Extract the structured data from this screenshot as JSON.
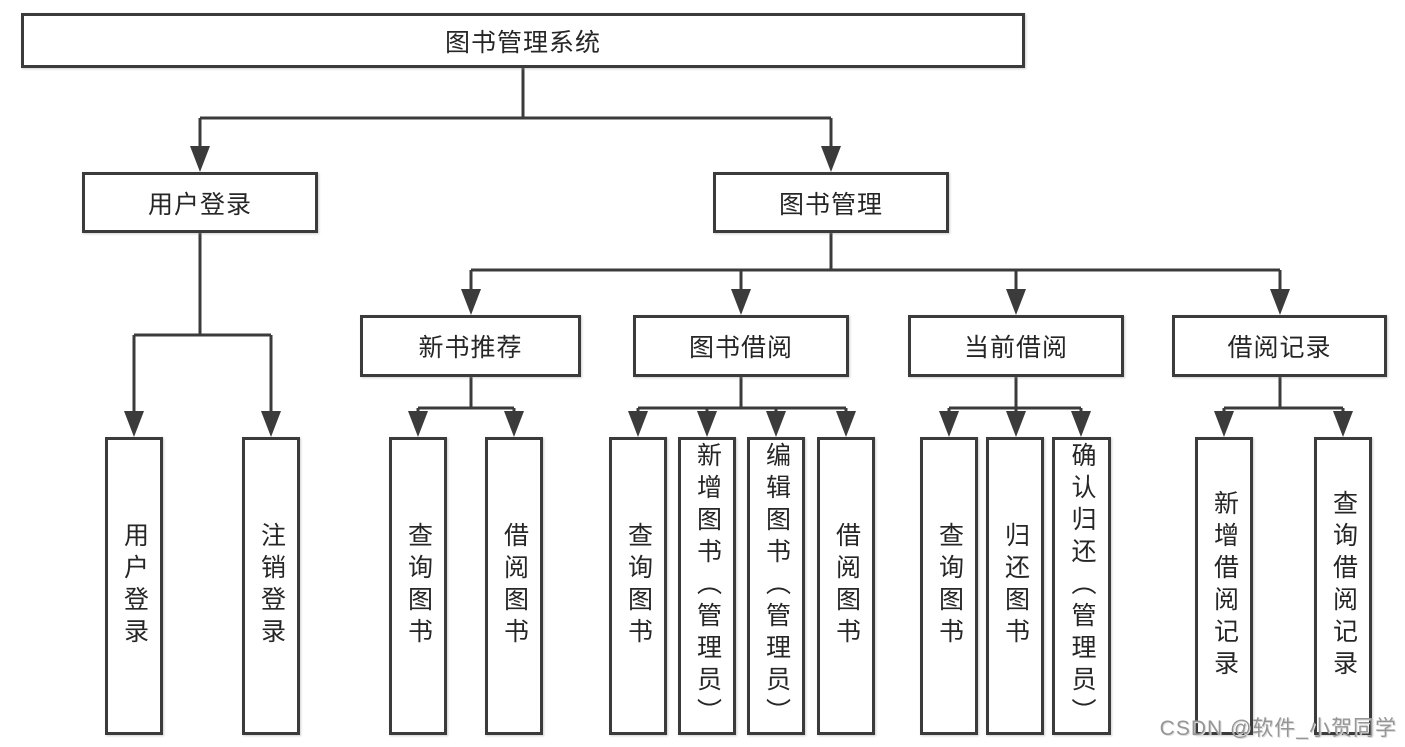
{
  "tree": {
    "root": {
      "label": "图书管理系统"
    },
    "children": [
      {
        "label": "用户登录",
        "children": [
          {
            "label": "用户登录"
          },
          {
            "label": "注销登录"
          }
        ]
      },
      {
        "label": "图书管理",
        "children": [
          {
            "label": "新书推荐",
            "children": [
              {
                "label": "查询图书"
              },
              {
                "label": "借阅图书"
              }
            ]
          },
          {
            "label": "图书借阅",
            "children": [
              {
                "label": "查询图书"
              },
              {
                "label": "新增图书（管理员）"
              },
              {
                "label": "编辑图书（管理员）"
              },
              {
                "label": "借阅图书"
              }
            ]
          },
          {
            "label": "当前借阅",
            "children": [
              {
                "label": "查询图书"
              },
              {
                "label": "归还图书"
              },
              {
                "label": "确认归还（管理员）"
              }
            ]
          },
          {
            "label": "借阅记录",
            "children": [
              {
                "label": "新增借阅记录"
              },
              {
                "label": "查询借阅记录"
              }
            ]
          }
        ]
      }
    ]
  },
  "watermark": {
    "text": "CSDN @软件_小贺同学"
  },
  "colors": {
    "line": "#3b3b3b",
    "box_border": "#3b3b3b",
    "box_bg": "#ffffff",
    "text": "#262626",
    "watermark": "#969696",
    "background": "#ffffff"
  }
}
